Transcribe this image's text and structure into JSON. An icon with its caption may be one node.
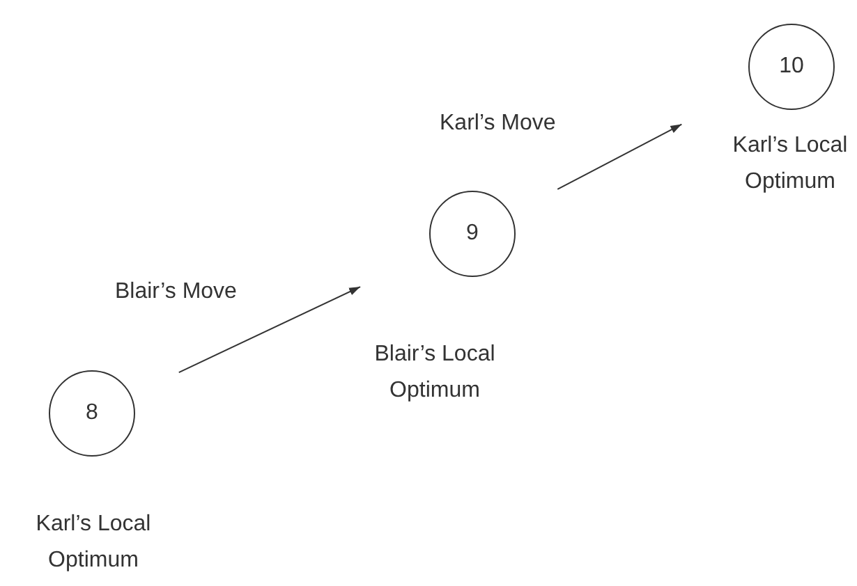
{
  "diagram": {
    "nodes": [
      {
        "text": [
          "8"
        ],
        "beside": [
          "Karl’s Local Optimum"
        ]
      },
      {
        "text": [
          "9"
        ],
        "beside": [
          "Blair’s Local Optimum"
        ]
      },
      {
        "text": [
          "10"
        ],
        "beside": [
          "Karl’s Local Optimum"
        ]
      }
    ],
    "edges": [
      {
        "from": 0,
        "to": 1,
        "arrow": "to",
        "label": "Blair’s Move"
      },
      {
        "from": 1,
        "to": 2,
        "arrow": "to",
        "label": "Karl’s Move"
      }
    ]
  }
}
